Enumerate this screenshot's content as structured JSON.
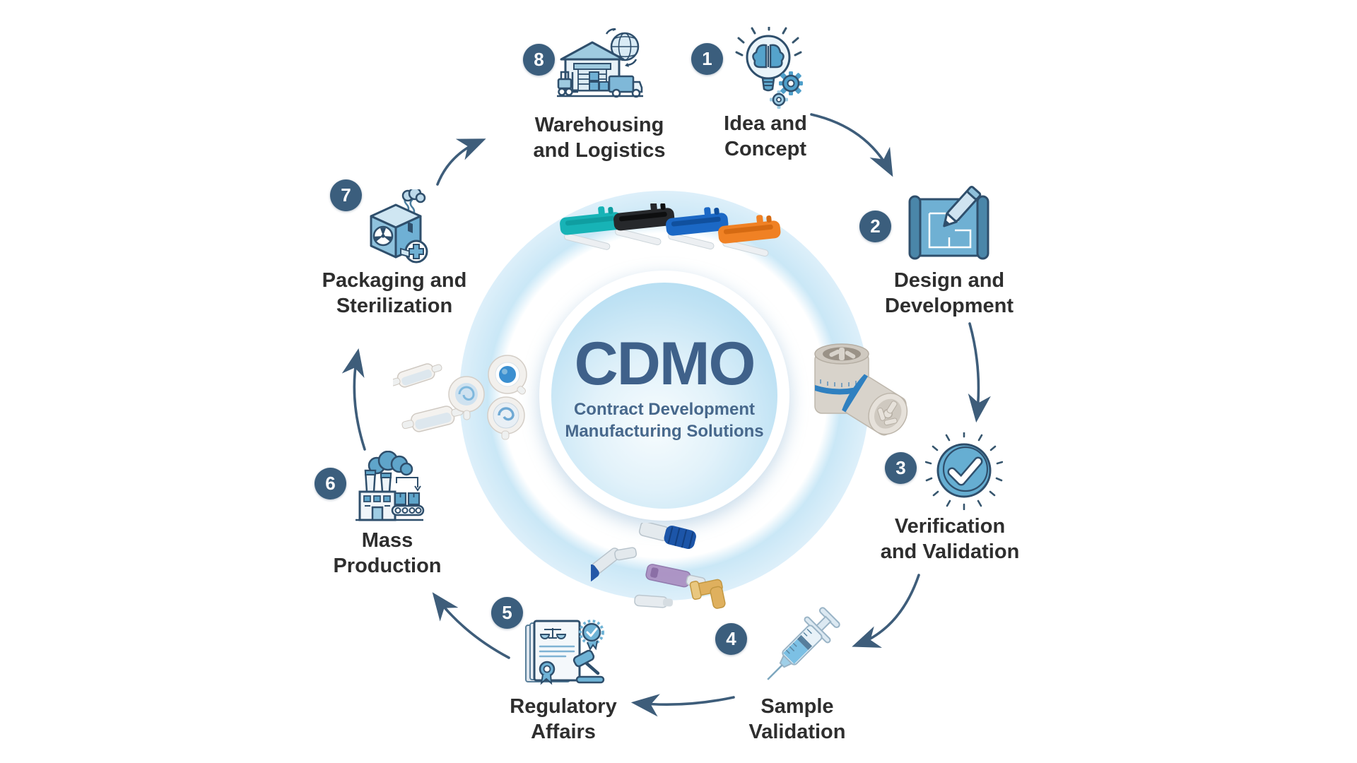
{
  "center": {
    "title": "CDMO",
    "subtitle_line1": "Contract Development",
    "subtitle_line2": "Manufacturing Solutions"
  },
  "steps": [
    {
      "number": "1",
      "line1": "Idea and",
      "line2": "Concept",
      "icon": "lightbulb-brain-gears-icon"
    },
    {
      "number": "2",
      "line1": "Design and",
      "line2": "Development",
      "icon": "blueprint-pencil-icon"
    },
    {
      "number": "3",
      "line1": "Verification",
      "line2": "and Validation",
      "icon": "check-badge-icon"
    },
    {
      "number": "4",
      "line1": "Sample",
      "line2": "Validation",
      "icon": "syringe-icon"
    },
    {
      "number": "5",
      "line1": "Regulatory",
      "line2": "Affairs",
      "icon": "documents-gavel-icon"
    },
    {
      "number": "6",
      "line1": "Mass",
      "line2": "Production",
      "icon": "factory-icon"
    },
    {
      "number": "7",
      "line1": "Packaging and",
      "line2": "Sterilization",
      "icon": "sterile-package-icon"
    },
    {
      "number": "8",
      "line1": "Warehousing",
      "line2": "and Logistics",
      "icon": "warehouse-logistics-icon"
    }
  ],
  "photos": [
    "colored-injector-devices-photo",
    "white-dial-cylinders-photo",
    "syringe-filters-photo",
    "luer-connectors-photo"
  ],
  "colors": {
    "badge": "#3b5e7d",
    "arrow": "#3e5d7a",
    "label_text": "#2e2e2e",
    "center_title": "#3f618a",
    "center_subtitle": "#47688c",
    "circle_blue": "#a5d6ee",
    "icon_outline": "#2f4f6c",
    "icon_blue": "#5fa5ca"
  }
}
